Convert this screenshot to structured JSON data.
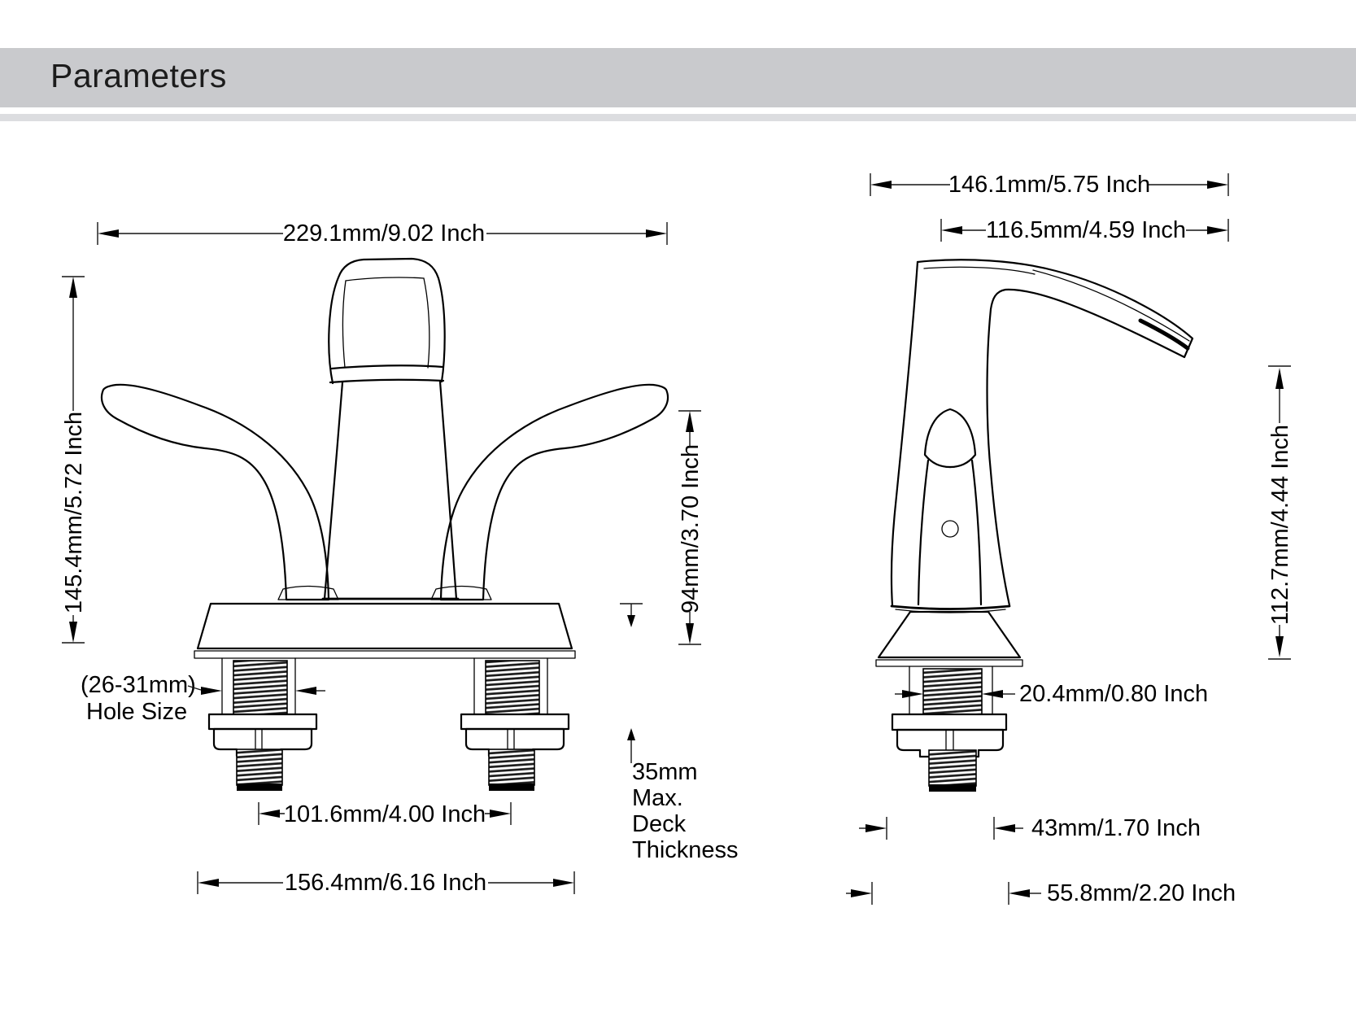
{
  "header": {
    "title": "Parameters"
  },
  "diagram": {
    "front_view": {
      "top_width": "229.1mm/9.02 Inch",
      "overall_height": "145.4mm/5.72 Inch",
      "handle_height": "94mm/3.70 Inch",
      "hole_size_line1": "(26-31mm)",
      "hole_size_line2": "Hole Size",
      "faucet_centers": "101.6mm/4.00 Inch",
      "base_width": "156.4mm/6.16 Inch",
      "deck_line1": "35mm",
      "deck_line2": "Max.",
      "deck_line3": "Deck",
      "deck_line4": "Thickness"
    },
    "side_view": {
      "overall_depth": "146.1mm/5.75 Inch",
      "spout_reach": "116.5mm/4.59 Inch",
      "spout_height": "112.7mm/4.44 Inch",
      "shank_diameter": "20.4mm/0.80 Inch",
      "upper_depth": "43mm/1.70 Inch",
      "lower_depth": "55.8mm/2.20 Inch"
    }
  },
  "colors": {
    "header_band": "#c9cacd",
    "sub_band": "#dcdde0",
    "line": "#000000"
  }
}
